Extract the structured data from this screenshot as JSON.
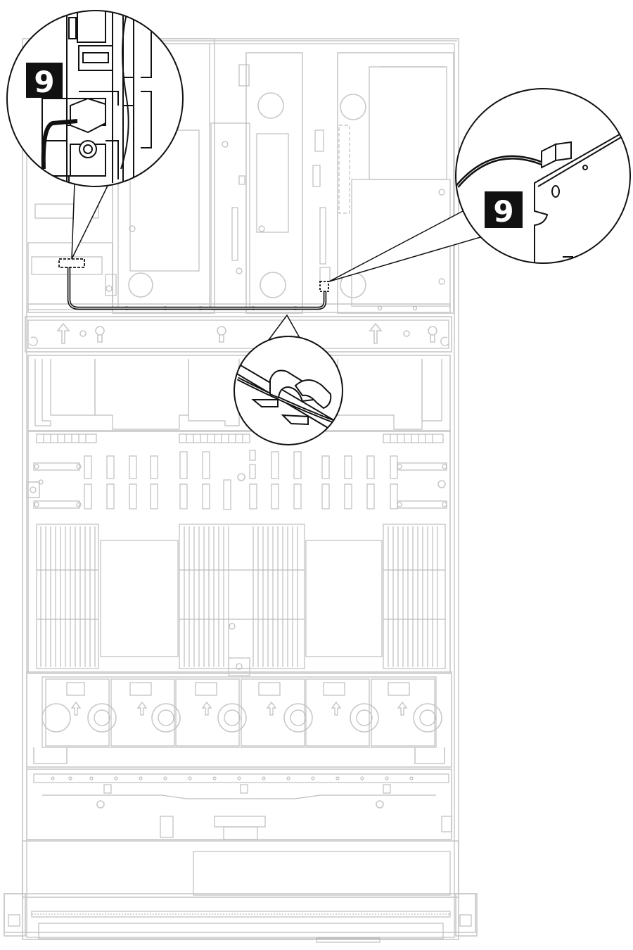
{
  "diagram": {
    "description_free": true,
    "callouts": [
      {
        "id": "callout-top-left",
        "label": "9"
      },
      {
        "id": "callout-top-right",
        "label": "9"
      }
    ],
    "colors": {
      "line_light": "#c8c8c8",
      "line_dark": "#111111",
      "badge": "#111111",
      "cable": "#111111"
    },
    "icons": [
      "arrow-up-icon",
      "keyhole-icon",
      "fan-icon",
      "cable-clip-icon"
    ]
  }
}
